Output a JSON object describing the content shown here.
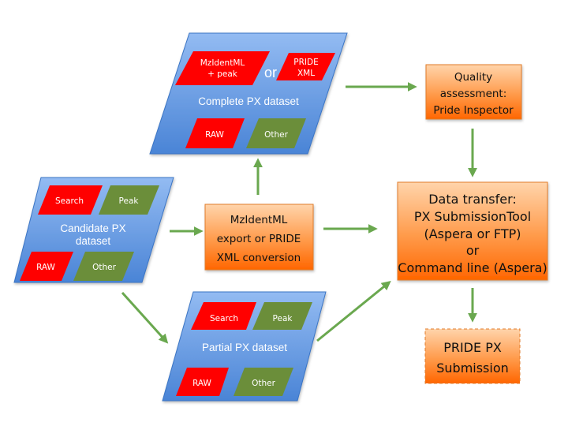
{
  "colors": {
    "dataset_fill_top": "#8db6f0",
    "dataset_fill_bottom": "#4a86d8",
    "dataset_stroke": "#3a74c4",
    "red_chip": "#ff0000",
    "green_chip": "#6b8e3a",
    "orange_top": "#ffd2a8",
    "orange_bottom": "#ff6a00",
    "arrow": "#6aa84f"
  },
  "complete_dataset": {
    "label": "Complete PX dataset",
    "chip_mzident_line1": "MzIdentML",
    "chip_mzident_line2": "+ peak",
    "or": "or",
    "chip_pride_line1": "PRIDE",
    "chip_pride_line2": "XML",
    "chip_raw": "RAW",
    "chip_other": "Other"
  },
  "candidate_dataset": {
    "label_line1": "Candidate PX",
    "label_line2": "dataset",
    "chip_search": "Search",
    "chip_peak": "Peak",
    "chip_raw": "RAW",
    "chip_other": "Other"
  },
  "partial_dataset": {
    "label": "Partial PX dataset",
    "chip_search": "Search",
    "chip_peak": "Peak",
    "chip_raw": "RAW",
    "chip_other": "Other"
  },
  "conversion_box": {
    "line1": "MzIdentML",
    "line2": "export or PRIDE",
    "line3": "XML conversion"
  },
  "quality_box": {
    "line1": "Quality",
    "line2": "assessment:",
    "line3": "Pride Inspector"
  },
  "transfer_box": {
    "line1": "Data transfer:",
    "line2": "PX SubmissionTool",
    "line3": "(Aspera or FTP)",
    "line4": "or",
    "line5": "Command line (Aspera)"
  },
  "submission_box": {
    "line1": "PRIDE PX",
    "line2": "Submission"
  }
}
